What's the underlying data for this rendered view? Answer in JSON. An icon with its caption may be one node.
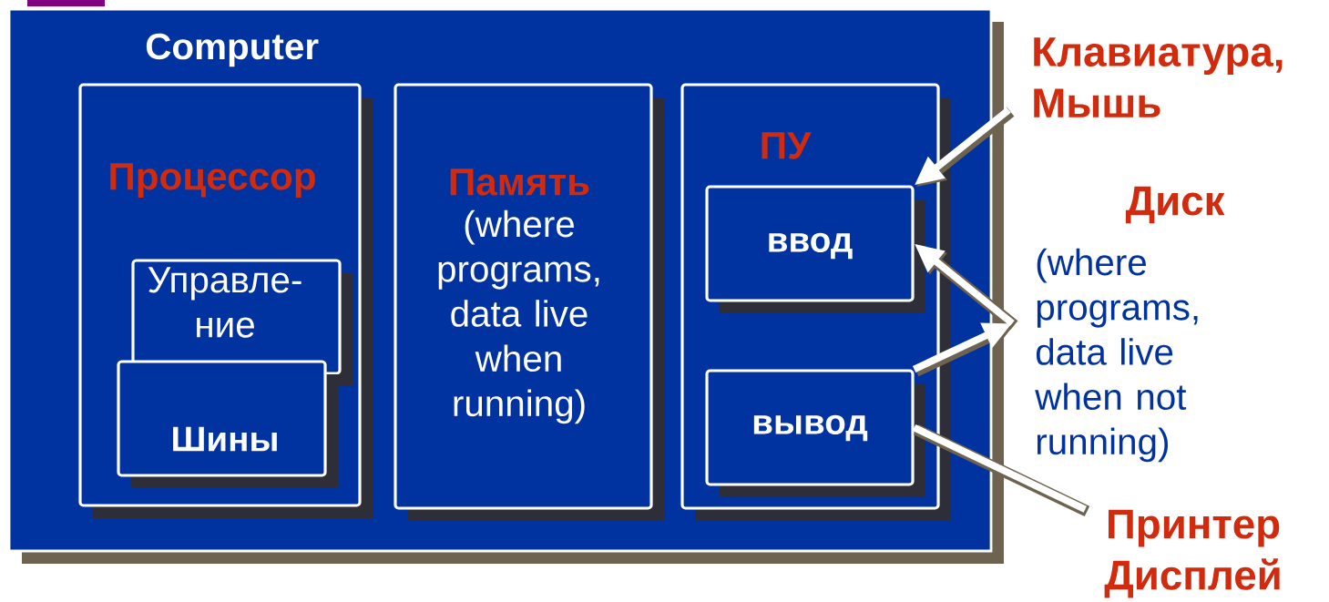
{
  "diagram": {
    "nodes": [
      {
        "text": [
          "Computer"
        ]
      },
      {
        "text": [
          "Процессор"
        ],
        "in": 0
      },
      {
        "text": [
          "Управле- ние"
        ],
        "in": 1
      },
      {
        "text": [
          "Шины"
        ],
        "in": 1
      },
      {
        "text": [
          "Память",
          "(where programs, data live when running)"
        ],
        "in": 0
      },
      {
        "text": [
          "ПУ"
        ],
        "in": 0
      },
      {
        "text": [
          "ввод"
        ],
        "in": 5
      },
      {
        "text": [
          "вывод"
        ],
        "in": 5
      },
      {
        "text": [
          "Клавиатура, Мышь"
        ]
      },
      {
        "text": [
          "Диск",
          "(where programs, data live when not running)"
        ]
      },
      {
        "text": [
          "Принтер Дисплей"
        ]
      }
    ],
    "edges": [
      {
        "from": 8,
        "to": 6,
        "arrow": "to"
      },
      {
        "from": 9,
        "to": 6,
        "arrow": "to"
      },
      {
        "from": 7,
        "to": 9,
        "arrow": "to"
      },
      {
        "from": 7,
        "to": 10,
        "arrow": "none"
      }
    ]
  }
}
